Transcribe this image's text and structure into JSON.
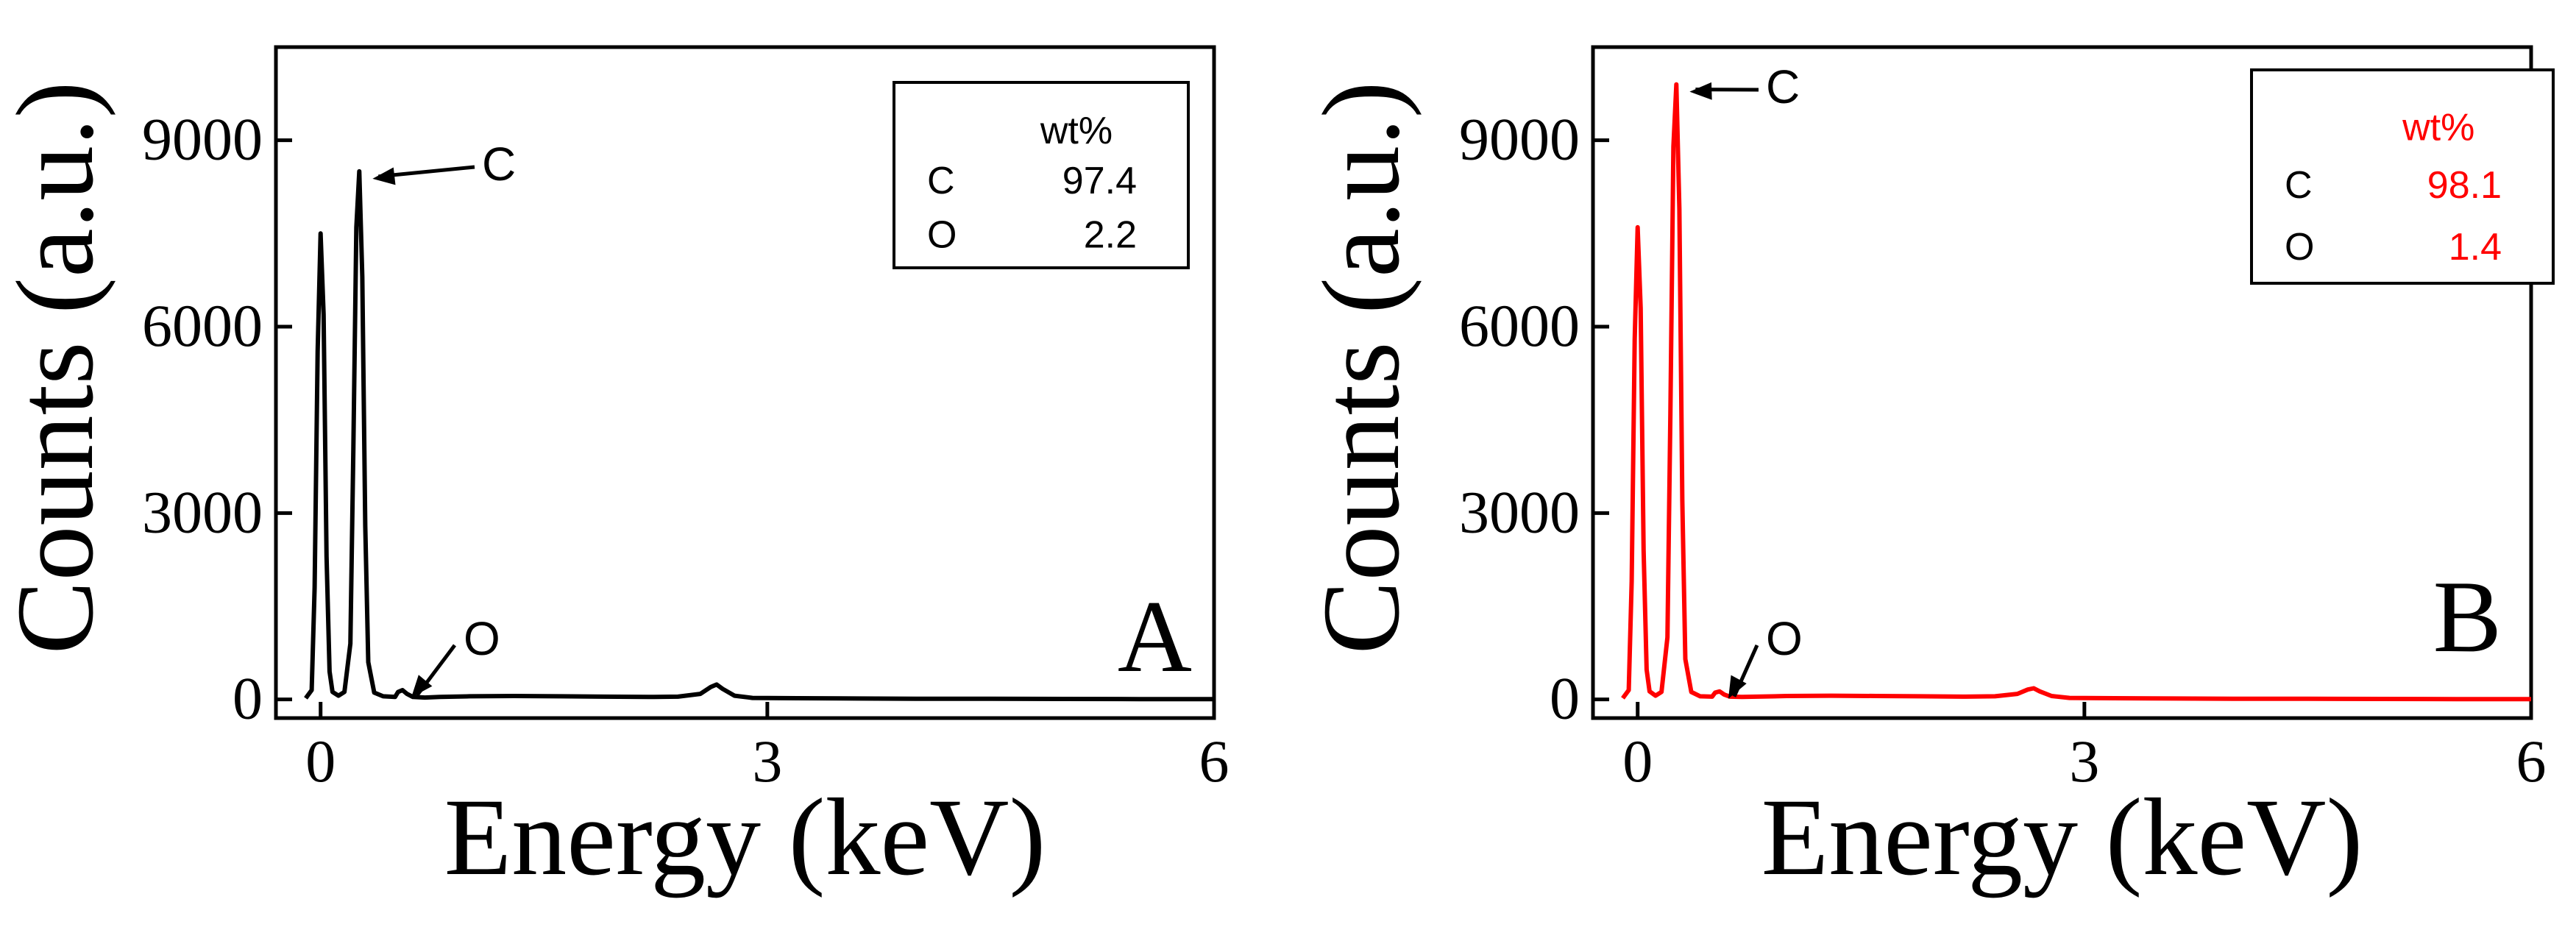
{
  "chart_data": [
    {
      "type": "line",
      "panel_label": "A",
      "color": "#000000",
      "xlabel": "Energy (keV)",
      "ylabel": "Counts (a.u.)",
      "xlim": [
        -0.3,
        6
      ],
      "ylim": [
        -300,
        10500
      ],
      "xticks": [
        0,
        3,
        6
      ],
      "yticks": [
        0,
        3000,
        6000,
        9000
      ],
      "grid": false,
      "series": [
        {
          "x": [
            -0.1,
            -0.06,
            -0.04,
            -0.02,
            0.0,
            0.02,
            0.04,
            0.06,
            0.08,
            0.12,
            0.16,
            0.2,
            0.22,
            0.24,
            0.26,
            0.28,
            0.3,
            0.32,
            0.36,
            0.42,
            0.5,
            0.52,
            0.55,
            0.58,
            0.62,
            0.7,
            0.8,
            1.0,
            1.3,
            1.6,
            1.9,
            2.2,
            2.4,
            2.55,
            2.62,
            2.66,
            2.7,
            2.78,
            2.9,
            3.2,
            3.6,
            4.0,
            4.5,
            5.0,
            5.5,
            6.0
          ],
          "y": [
            20,
            150,
            1800,
            5600,
            7500,
            6200,
            2300,
            450,
            120,
            60,
            120,
            900,
            4000,
            7600,
            8500,
            6800,
            2800,
            600,
            110,
            50,
            40,
            120,
            150,
            90,
            40,
            30,
            40,
            50,
            55,
            50,
            45,
            40,
            45,
            90,
            200,
            240,
            170,
            60,
            25,
            20,
            15,
            12,
            10,
            8,
            6,
            5
          ]
        }
      ],
      "annotations": [
        {
          "label": "C",
          "x": 0.26,
          "y": 8500
        },
        {
          "label": "O",
          "x": 0.52,
          "y": 150
        }
      ],
      "inset_table": {
        "header": "wt%",
        "rows": [
          {
            "element": "C",
            "value": "97.4"
          },
          {
            "element": "O",
            "value": "2.2"
          }
        ]
      }
    },
    {
      "type": "line",
      "panel_label": "B",
      "color": "#ff0000",
      "xlabel": "Energy (keV)",
      "ylabel": "Counts (a.u.)",
      "xlim": [
        -0.3,
        6
      ],
      "ylim": [
        -300,
        10500
      ],
      "xticks": [
        0,
        3,
        6
      ],
      "yticks": [
        0,
        3000,
        6000,
        9000
      ],
      "grid": false,
      "series": [
        {
          "x": [
            -0.1,
            -0.06,
            -0.04,
            -0.02,
            0.0,
            0.02,
            0.04,
            0.06,
            0.08,
            0.12,
            0.16,
            0.2,
            0.22,
            0.24,
            0.26,
            0.28,
            0.3,
            0.32,
            0.36,
            0.42,
            0.5,
            0.52,
            0.55,
            0.58,
            0.62,
            0.7,
            0.8,
            1.0,
            1.3,
            1.6,
            1.9,
            2.2,
            2.4,
            2.55,
            2.62,
            2.66,
            2.7,
            2.78,
            2.9,
            3.2,
            3.6,
            4.0,
            4.5,
            5.0,
            5.5,
            6.0
          ],
          "y": [
            20,
            150,
            1900,
            5800,
            7600,
            6300,
            2400,
            480,
            130,
            60,
            120,
            1000,
            4600,
            8900,
            9900,
            7900,
            3200,
            650,
            120,
            50,
            45,
            110,
            130,
            80,
            45,
            40,
            45,
            55,
            60,
            55,
            50,
            45,
            50,
            90,
            160,
            180,
            130,
            55,
            25,
            20,
            15,
            12,
            10,
            8,
            6,
            5
          ]
        }
      ],
      "annotations": [
        {
          "label": "C",
          "x": 0.26,
          "y": 9900
        },
        {
          "label": "O",
          "x": 0.52,
          "y": 130
        }
      ],
      "inset_table": {
        "header": "wt%",
        "rows": [
          {
            "element": "C",
            "value": "98.1"
          },
          {
            "element": "O",
            "value": "1.4"
          }
        ]
      }
    }
  ]
}
